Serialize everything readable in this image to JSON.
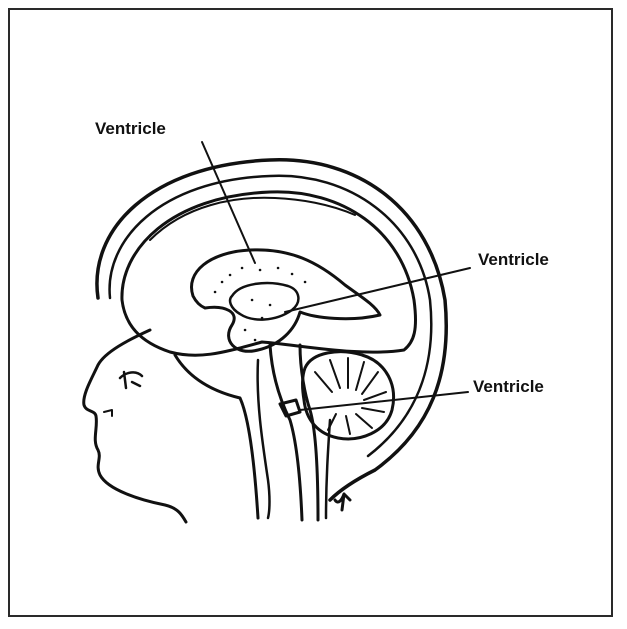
{
  "diagram": {
    "labels": [
      {
        "text": "Ventricle"
      },
      {
        "text": "Ventricle"
      },
      {
        "text": "Ventricle"
      }
    ],
    "colors": {
      "line": "#111111",
      "background": "#ffffff"
    }
  }
}
